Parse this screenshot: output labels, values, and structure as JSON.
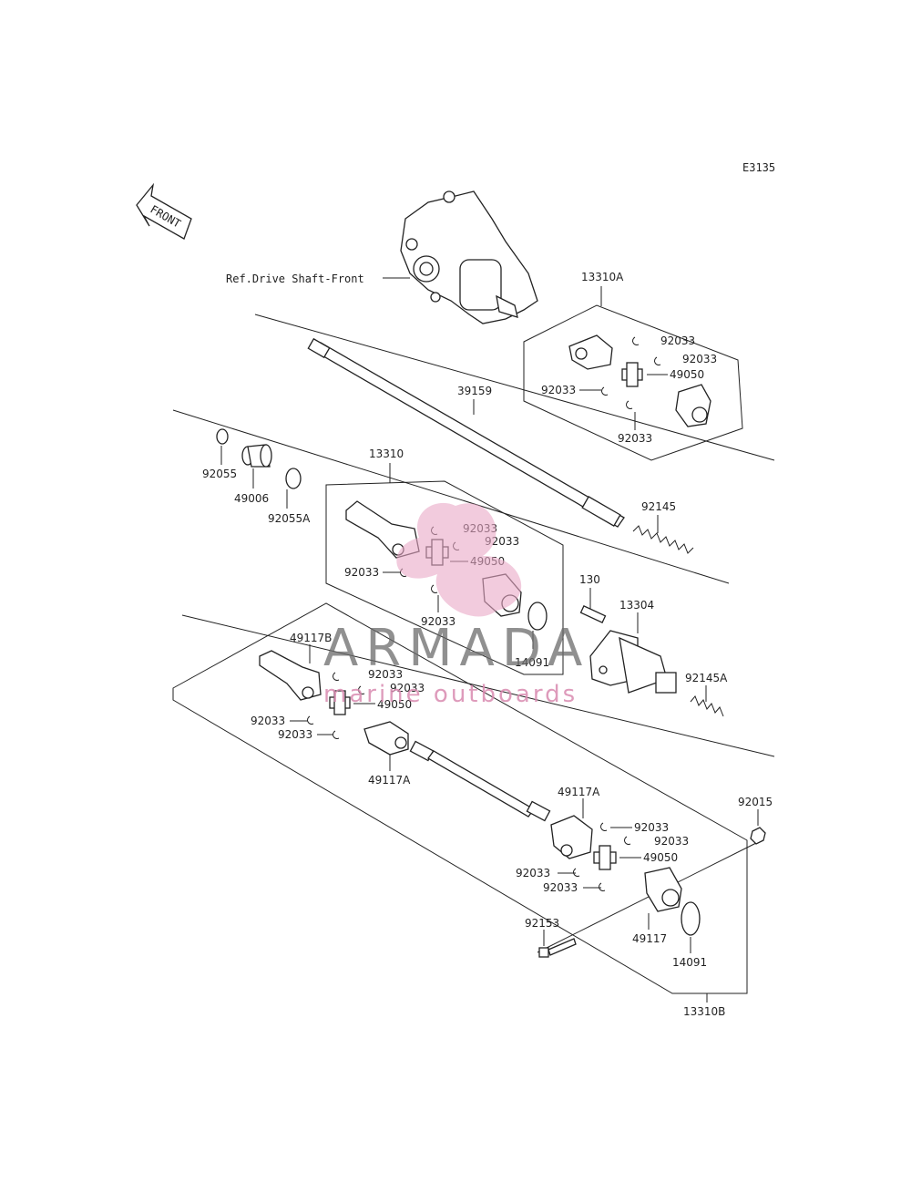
{
  "diagram": {
    "code": "E3135",
    "front_label": "FRONT",
    "ref_label": "Ref.Drive Shaft-Front",
    "labels": {
      "l13310A": "13310A",
      "l92033_a1": "92033",
      "l92033_a2": "92033",
      "l49050_a": "49050",
      "l92033_a3": "92033",
      "l92033_a4": "92033",
      "l39159": "39159",
      "l92055": "92055",
      "l49006": "49006",
      "l92055A": "92055A",
      "l13310": "13310",
      "l92033_b1": "92033",
      "l92033_b2": "92033",
      "l49050_b": "49050",
      "l92033_b3": "92033",
      "l92033_b4": "92033",
      "l92145": "92145",
      "l130": "130",
      "l13304": "13304",
      "l14091_a": "14091",
      "l92145A": "92145A",
      "l49117B": "49117B",
      "l92033_c1": "92033",
      "l92033_c2": "92033",
      "l49050_c": "49050",
      "l92033_c3": "92033",
      "l92033_c4": "92033",
      "l49117A_a": "49117A",
      "l49117A_b": "49117A",
      "l92033_d1": "92033",
      "l92033_d2": "92033",
      "l49050_d": "49050",
      "l92033_d3": "92033",
      "l92033_d4": "92033",
      "l92015": "92015",
      "l92153": "92153",
      "l49117": "49117",
      "l14091_b": "14091",
      "l13310B": "13310B"
    }
  },
  "watermark": {
    "brand": "ARMADA",
    "tagline": "marine outboards"
  },
  "colors": {
    "line": "#222222",
    "watermark_text": "#6b6b6b",
    "watermark_accent": "#d98ab0"
  }
}
